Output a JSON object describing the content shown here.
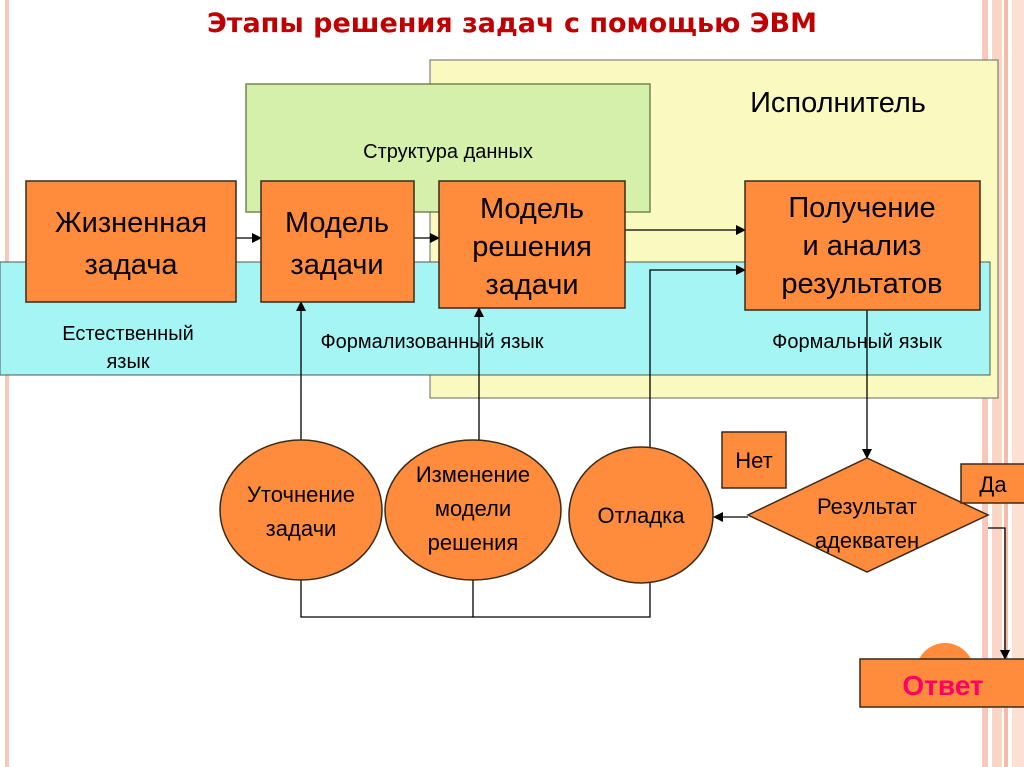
{
  "title": "Этапы решения задач с помощью ЭВМ",
  "regions": {
    "executor": "Исполнитель",
    "data_structure": "Структура данных",
    "natural_language": [
      "Естественный",
      "язык"
    ],
    "formalized_language": "Формализованный язык",
    "formal_language": "Формальный язык"
  },
  "boxes": {
    "life_task": [
      "Жизненная",
      "задача"
    ],
    "task_model": [
      "Модель",
      "задачи"
    ],
    "solution_model": [
      "Модель",
      "решения",
      "задачи"
    ],
    "results": [
      "Получение",
      "и анализ",
      "результатов"
    ]
  },
  "ellipses": {
    "refine": [
      "Уточнение",
      "задачи"
    ],
    "change_model": [
      "Изменение",
      "модели",
      "решения"
    ],
    "debug": "Отладка"
  },
  "decision": {
    "label": [
      "Результат",
      "адекватен"
    ],
    "no": "Нет",
    "yes": "Да"
  },
  "answer": "Ответ",
  "colors": {
    "orange": "#FF8C3C",
    "green": "#D5F0AA",
    "yellow": "#FAFAC0",
    "cyan": "#A6F5F5",
    "title": "#C00000",
    "answer": "#FF0066"
  }
}
